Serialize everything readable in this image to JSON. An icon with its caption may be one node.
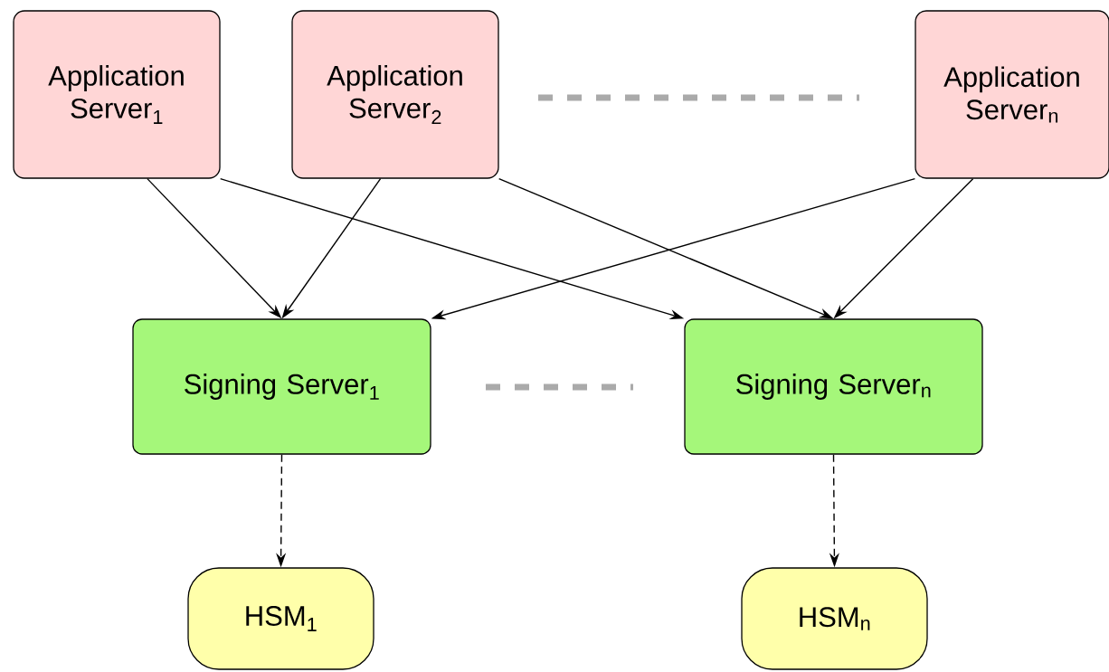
{
  "diagram": {
    "nodes": [
      {
        "text": [
          "Application Server$_{1}$"
        ]
      },
      {
        "text": [
          "Application Server$_{2}$"
        ]
      },
      {
        "text": [
          "Application Server$_{n}$"
        ]
      },
      {
        "text": [
          "Signing Server$_{1}$"
        ]
      },
      {
        "text": [
          "Signing Server$_{n}$"
        ]
      },
      {
        "text": [
          "HSM$_{1}$"
        ]
      },
      {
        "text": [
          "HSM$_{n}$"
        ]
      }
    ],
    "edges": [
      {
        "from": 0,
        "to": 3,
        "arrow": "to"
      },
      {
        "from": 0,
        "to": 4,
        "arrow": "to"
      },
      {
        "from": 1,
        "to": 3,
        "arrow": "to"
      },
      {
        "from": 1,
        "to": 4,
        "arrow": "to"
      },
      {
        "from": 2,
        "to": 3,
        "arrow": "to"
      },
      {
        "from": 2,
        "to": 4,
        "arrow": "to"
      },
      {
        "from": 3,
        "to": 5,
        "arrow": "to",
        "style": "dashed"
      },
      {
        "from": 4,
        "to": 6,
        "arrow": "to",
        "style": "dashed"
      }
    ]
  }
}
